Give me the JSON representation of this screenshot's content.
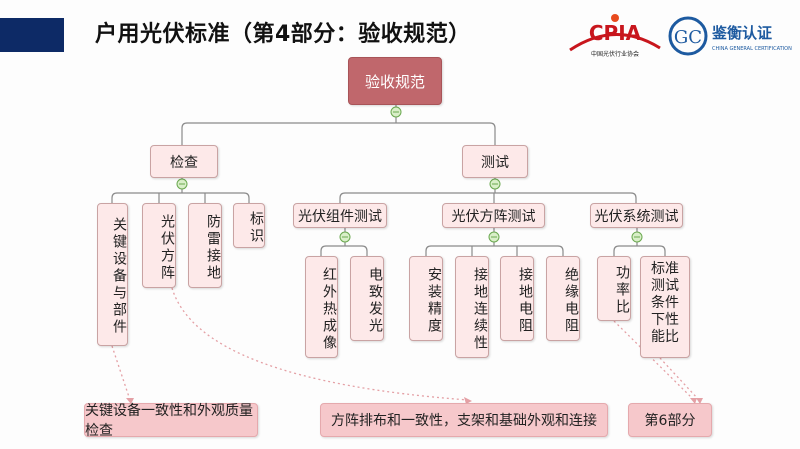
{
  "title": "户用光伏标准（第4部分：验收规范）",
  "logos": {
    "cpia": {
      "text": "CPIA",
      "sub": "中国光伏行业协会"
    },
    "cgc": {
      "text": "鉴衡认证",
      "sub": "CHINA GENERAL CERTIFICATION"
    }
  },
  "root": "验收规范",
  "branches": {
    "inspection": {
      "label": "检查",
      "children": [
        "关键设备与部件",
        "光伏方阵",
        "防雷接地",
        "标识"
      ]
    },
    "testing": {
      "label": "测试",
      "children": [
        {
          "label": "光伏组件测试",
          "children": [
            "红外热成像",
            "电致发光"
          ]
        },
        {
          "label": "光伏方阵测试",
          "children": [
            "安装精度",
            "接地连续性",
            "接地电阻",
            "绝缘电阻"
          ]
        },
        {
          "label": "光伏系统测试",
          "children": [
            "功率比",
            "标准测试条件下性能比"
          ]
        }
      ]
    }
  },
  "notes": [
    "关键设备一致性和外观质量检查",
    "方阵排布和一致性，支架和基础外观和连接",
    "第6部分"
  ],
  "colors": {
    "root": "#c0676c",
    "node": "#fde9e9",
    "note": "#f6c8cb",
    "titlebar": "#0d2a66",
    "connector": "#7a7a7a",
    "collapse": "#8fc46a"
  }
}
